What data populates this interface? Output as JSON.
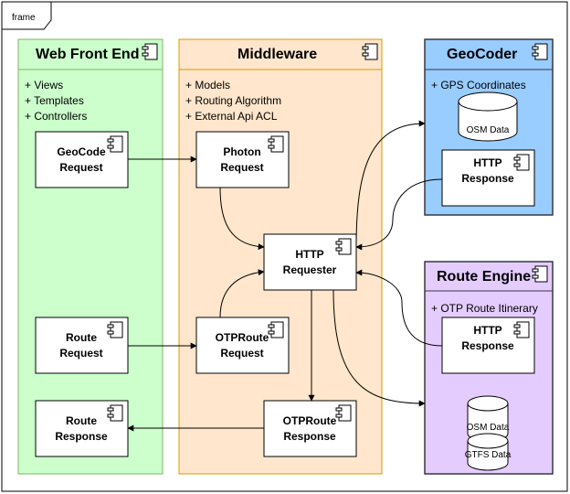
{
  "frame": {
    "label": "frame"
  },
  "groups": {
    "web": {
      "title": "Web Front End",
      "attrs": [
        "+ Views",
        "+ Templates",
        "+ Controllers"
      ],
      "fill": "#ccffcc",
      "stroke": "#82b366"
    },
    "middleware": {
      "title": "Middleware",
      "attrs": [
        "+ Models",
        "+ Routing Algorithm",
        "+ External Api ACL"
      ],
      "fill": "#ffe6cc",
      "stroke": "#d79b00"
    },
    "geocoder": {
      "title": "GeoCoder",
      "attrs": [
        "+ GPS Coordinates"
      ],
      "fill": "#99ccff",
      "stroke": "#36393d"
    },
    "route_engine": {
      "title": "Route Engine",
      "attrs": [
        "+ OTP Route Itinerary"
      ],
      "fill": "#e5ccff",
      "stroke": "#36393d"
    }
  },
  "components": {
    "geocode_request": [
      "GeoCode",
      "Request"
    ],
    "route_request": [
      "Route",
      "Request"
    ],
    "route_response": [
      "Route",
      "Response"
    ],
    "photon_request": [
      "Photon",
      "Request"
    ],
    "otproute_request": [
      "OTPRoute",
      "Request"
    ],
    "otproute_response": [
      "OTPRoute",
      "Response"
    ],
    "http_requester": [
      "HTTP",
      "Requester"
    ],
    "geocoder_http_response": [
      "HTTP",
      "Response"
    ],
    "route_http_response": [
      "HTTP",
      "Response"
    ]
  },
  "databases": {
    "geocoder_osm": "OSM Data",
    "route_osm": "OSM Data",
    "route_gtfs": "GTFS Data"
  }
}
